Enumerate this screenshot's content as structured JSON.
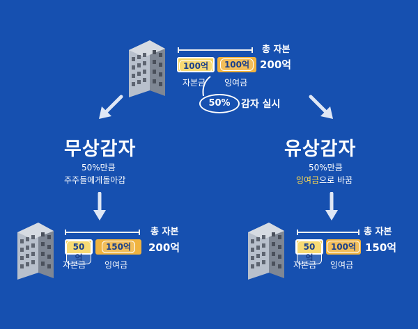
{
  "top": {
    "total_label": "총 자본",
    "capital_value": "100억",
    "surplus_value": "100억",
    "total_value": "200억",
    "capital_label": "자본금",
    "surplus_label": "잉여금",
    "reduction_pct": "50%",
    "reduction_text": "감자 실시"
  },
  "left": {
    "title": "무상감자",
    "desc_line1": "50%만큼",
    "desc_line2": "주주들에게돌아감",
    "total_label": "총 자본",
    "capital_value": "50억",
    "surplus_value": "150억",
    "total_value": "200억",
    "capital_label": "자본금",
    "surplus_label": "잉여금"
  },
  "right": {
    "title": "유상감자",
    "desc_line1": "50%만큼",
    "desc_line2_highlight": "잉여금",
    "desc_line2_rest": "으로 바꿈",
    "total_label": "총 자본",
    "capital_value": "50억",
    "surplus_value": "100억",
    "total_value": "150억",
    "capital_label": "자본금",
    "surplus_label": "잉여금"
  },
  "colors": {
    "background": "#1650b0",
    "capital_box": "#f6d45c",
    "surplus_box": "#f0b33f",
    "highlight": "#ffd94d"
  }
}
